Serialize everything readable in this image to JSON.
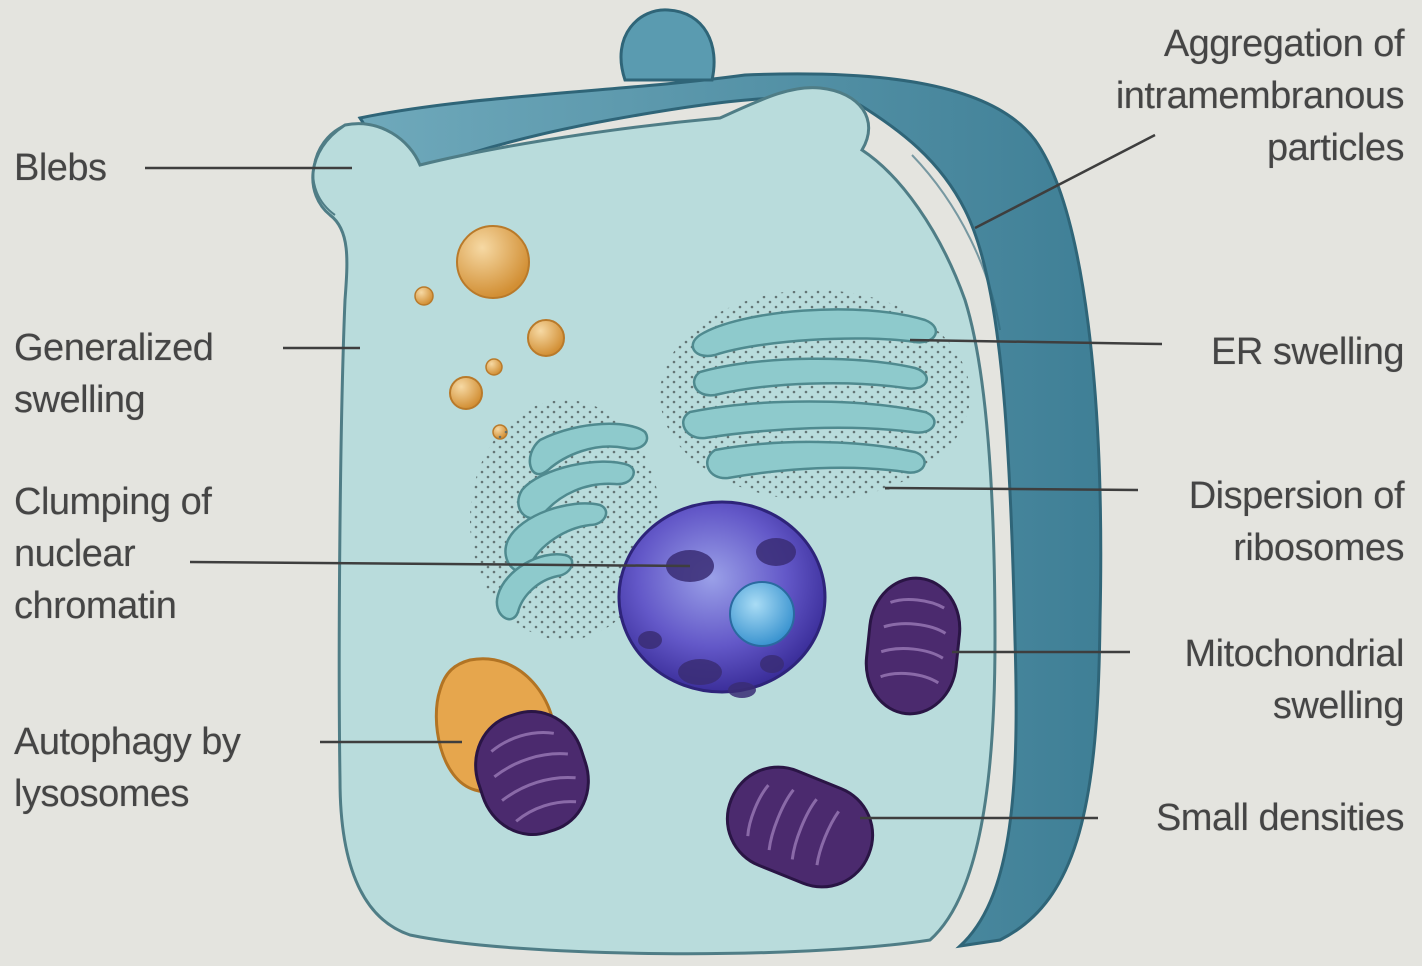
{
  "labels": {
    "blebs": [
      "Blebs"
    ],
    "generalized_swelling": [
      "Generalized",
      "swelling"
    ],
    "clumping": [
      "Clumping of",
      "nuclear",
      "chromatin"
    ],
    "autophagy": [
      "Autophagy by",
      "lysosomes"
    ],
    "aggregation": [
      "Aggregation of",
      "intramembranous",
      "particles"
    ],
    "er_swelling": [
      "ER swelling"
    ],
    "dispersion": [
      "Dispersion of",
      "ribosomes"
    ],
    "mitochondrial": [
      "Mitochondrial",
      "swelling"
    ],
    "small_densities": [
      "Small densities"
    ]
  },
  "colors": {
    "background": "#e4e4df",
    "cytoplasm": "#b9dcdc",
    "membrane": "#4f8ea3",
    "lysosome": "#e6a64d",
    "nucleus": "#5a4fc0",
    "mitochondria": "#4b2a6e",
    "er": "#8ecacc",
    "text": "#454545"
  }
}
